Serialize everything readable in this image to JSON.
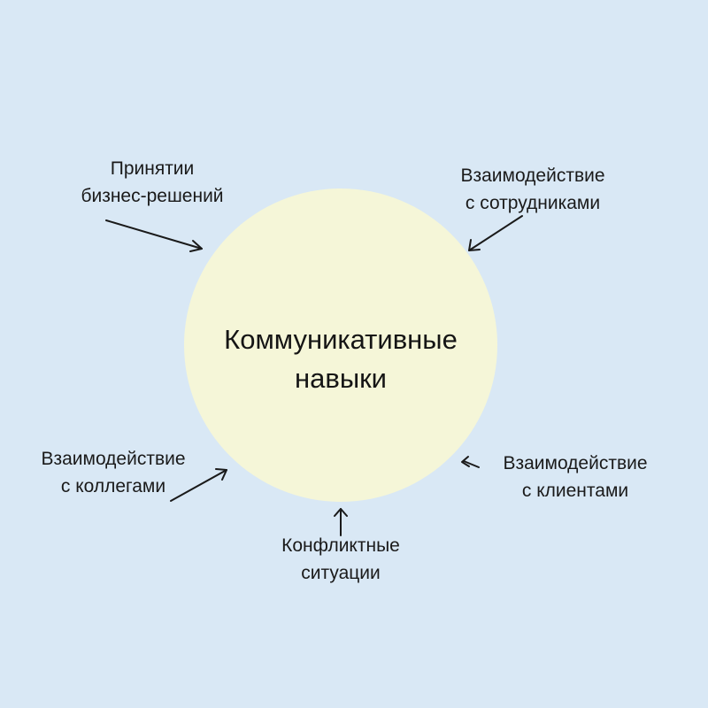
{
  "diagram": {
    "type": "radial-concept",
    "background_color": "#d9e8f5",
    "circle_color": "#f5f6d8",
    "center": {
      "line1": "Коммуникативные",
      "line2": "навыки"
    },
    "nodes": [
      {
        "id": "business-decisions",
        "line1": "Принятии",
        "line2": "бизнес-решений",
        "position": "top-left"
      },
      {
        "id": "employees",
        "line1": "Взаимодействие",
        "line2": "с сотрудниками",
        "position": "top-right"
      },
      {
        "id": "colleagues",
        "line1": "Взаимодействие",
        "line2": "с коллегами",
        "position": "bottom-left"
      },
      {
        "id": "clients",
        "line1": "Взаимодействие",
        "line2": "с клиентами",
        "position": "bottom-right"
      },
      {
        "id": "conflicts",
        "line1": "Конфликтные",
        "line2": "ситуации",
        "position": "bottom"
      }
    ]
  }
}
